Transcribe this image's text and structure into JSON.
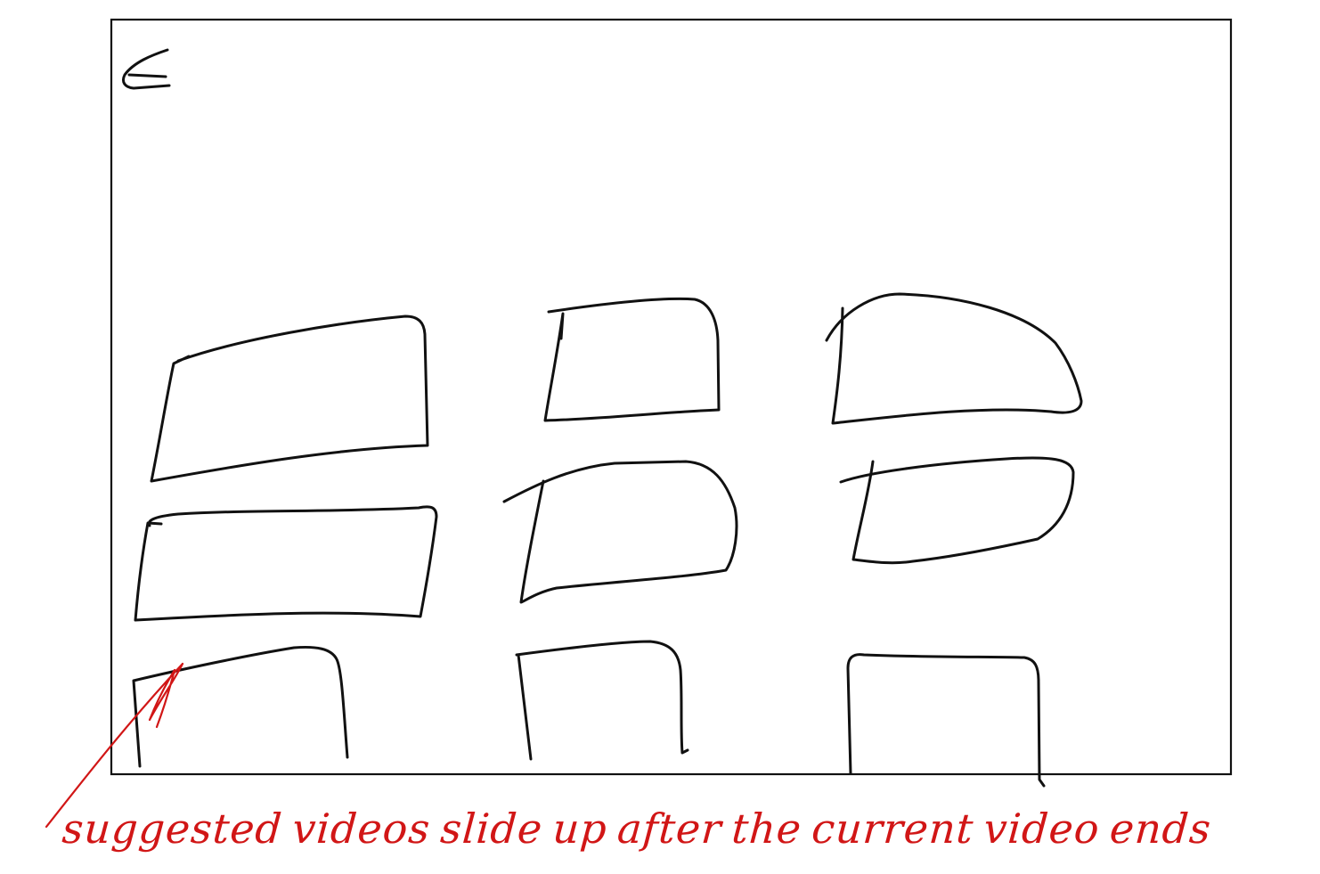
{
  "screen": {
    "back_icon": "back-arrow-icon",
    "suggested_videos": [
      {
        "id": "r1c1"
      },
      {
        "id": "r1c2"
      },
      {
        "id": "r1c3"
      },
      {
        "id": "r2c1"
      },
      {
        "id": "r2c2"
      },
      {
        "id": "r2c3"
      },
      {
        "id": "r3c1"
      },
      {
        "id": "r3c2"
      },
      {
        "id": "r3c3"
      }
    ]
  },
  "annotation": {
    "text": "suggested videos slide up after the current video ends",
    "words": [
      "suggested",
      "videos",
      "slide",
      "up",
      "after",
      "the",
      "current",
      "video",
      "ends"
    ]
  },
  "colors": {
    "ink": "#111111",
    "annotation": "#d11616",
    "background": "#ffffff"
  }
}
